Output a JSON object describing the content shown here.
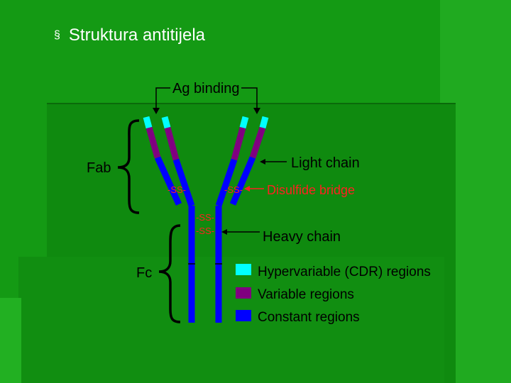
{
  "slide": {
    "bullet": "§",
    "title": "Struktura antitijela"
  },
  "diagram": {
    "labels": {
      "ag_binding": "Ag binding",
      "fab": "Fab",
      "fc": "Fc",
      "light_chain": "Light chain",
      "disulfide_bridge": "Disulfide bridge",
      "heavy_chain": "Heavy chain",
      "ss_left": "-SS-",
      "ss_right": "-SS-",
      "ss_hinge_1": "-SS-",
      "ss_hinge_2": "-SS-"
    },
    "legend": [
      {
        "label": "Hypervariable (CDR) regions",
        "color": "#00ffff"
      },
      {
        "label": "Variable regions",
        "color": "#800080"
      },
      {
        "label": "Constant regions",
        "color": "#0000ff"
      }
    ],
    "colors": {
      "hypervariable": "#00ffff",
      "variable": "#800080",
      "constant": "#0000ff",
      "disulfide": "#ff2020",
      "line": "#000000",
      "label_text": "#000000",
      "title_text": "#ffffff"
    }
  }
}
